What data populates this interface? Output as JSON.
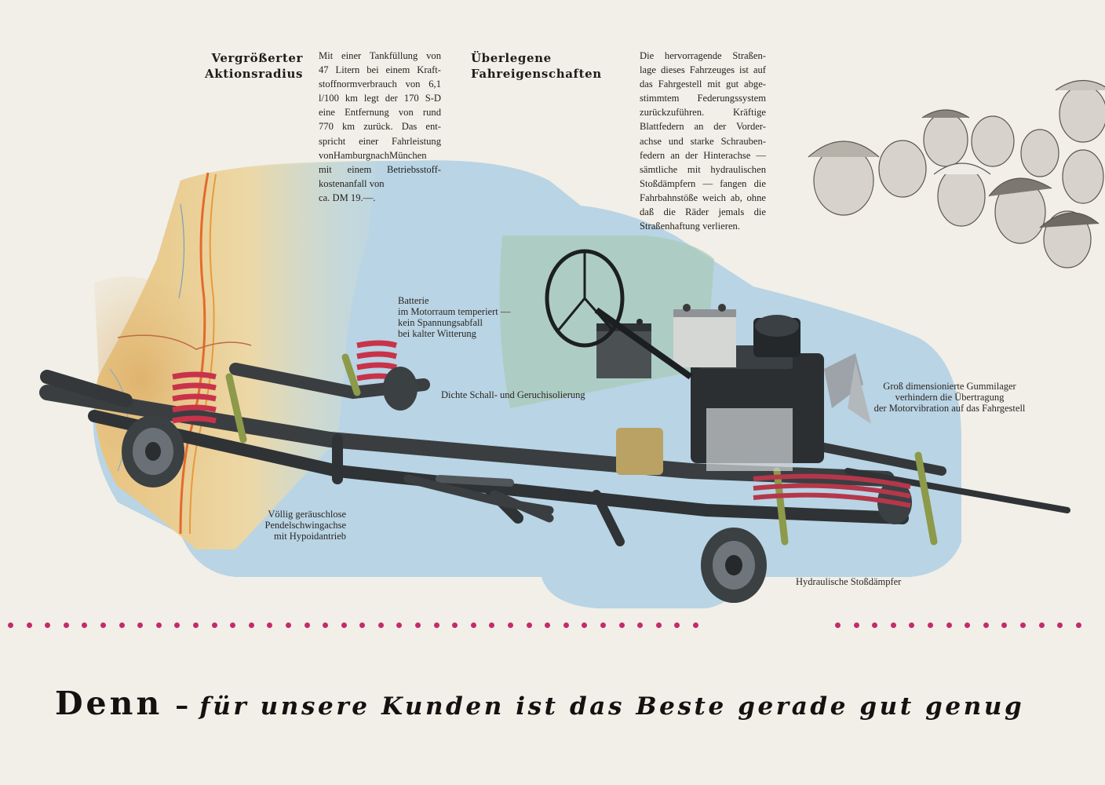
{
  "sections": [
    {
      "heading": [
        "Vergrößerter",
        "Aktionsradius"
      ],
      "body": [
        "Mit einer Tankfüllung von",
        "47 Litern bei einem Kraft-",
        "stoffnormverbrauch von 6,1",
        "l/100 km legt der 170 S-D",
        "eine Entfernung von rund",
        "770 km zurück. Das ent-",
        "spricht einer Fahrleistung",
        "vonHamburgnachMünchen",
        "mit einem Betriebsstoff-",
        "kostenanfall von",
        "ca. DM 19.—."
      ]
    },
    {
      "heading": [
        "Überlegene",
        "Fahreigenschaften"
      ],
      "body": [
        "Die hervorragende Straßen-",
        "lage dieses Fahrzeuges ist auf",
        "das Fahrgestell mit gut abge-",
        "stimmtem Federungssystem",
        "zurückzuführen. Kräftige",
        "Blattfedern an der Vorder-",
        "achse und starke Schrauben-",
        "federn an der Hinterachse —",
        "sämtliche mit hydraulischen",
        "Stoßdämpfern — fangen die",
        "Fahrbahnstöße weich ab, ohne",
        "daß die Räder jemals die",
        "Straßenhaftung verlieren."
      ]
    }
  ],
  "callouts": {
    "battery": [
      "Batterie",
      "im Motorraum temperiert —",
      "kein Spannungsabfall",
      "bei kalter Witterung"
    ],
    "insulation": [
      "Dichte Schall- und Geruchisolierung"
    ],
    "mounts": [
      "Groß dimensionierte Gummilager",
      "verhindern die Übertragung",
      "der Motorvibration auf das Fahrgestell"
    ],
    "axle": [
      "Völlig geräuschlose",
      "Pendelschwingachse",
      "mit Hypoidantrieb"
    ],
    "dampers": [
      "Hydraulische Stoßdämpfer"
    ]
  },
  "slogan": {
    "main": "Denn",
    "dash": "–",
    "rest": "für unsere Kunden ist das Beste gerade gut genug"
  },
  "colors": {
    "dots": "#c52a6c",
    "car_silhouette": "#b9d4e4",
    "map_warm": "#e9c98a",
    "chassis": "#2f3336",
    "springs": "#c8334a"
  }
}
